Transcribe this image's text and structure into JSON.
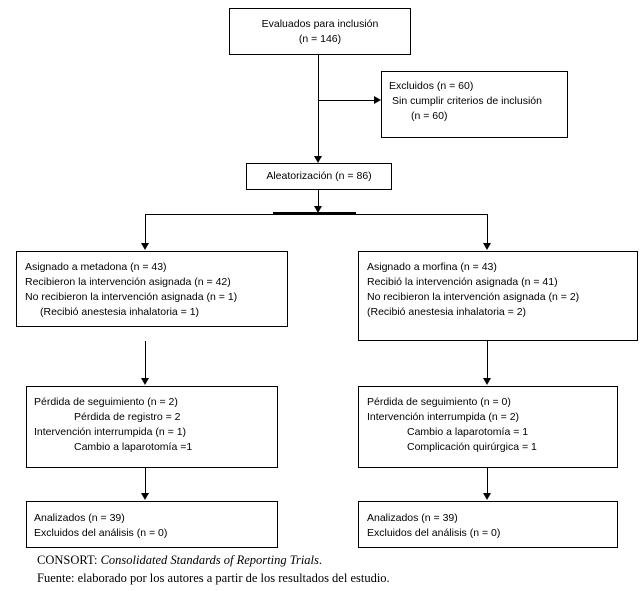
{
  "enrollment": {
    "title": "Evaluados para inclusión",
    "count": "(n = 146)"
  },
  "excluded": {
    "line1": "Excluidos (n = 60)",
    "line2": "Sin cumplir criterios de inclusión",
    "line3": "(n = 60)"
  },
  "randomization": {
    "label": "Aleatorización (n = 86)"
  },
  "left_arm": {
    "allocation": [
      "Asignado a metadona (n = 43)",
      "Recibieron la intervención asignada (n = 42)",
      "No recibieron la intervención asignada (n = 1)",
      "(Recibió anestesia inhalatoria = 1)"
    ],
    "followup": [
      "Pérdida de seguimiento (n = 2)",
      "Pérdida de registro = 2",
      "Intervención interrumpida (n = 1)",
      "Cambio a laparotomía =1"
    ],
    "analysis": [
      "Analizados (n = 39)",
      "Excluidos del análisis (n = 0)"
    ]
  },
  "right_arm": {
    "allocation": [
      "Asignado a morfina (n = 43)",
      "Recibió la intervención asignada (n = 41)",
      "No recibieron la intervención asignada (n = 2)",
      "(Recibió anestesia inhalatoria = 2)"
    ],
    "followup": [
      "Pérdida de seguimiento (n = 0)",
      "Intervención interrumpida (n = 2)",
      "Cambio a laparotomía = 1",
      "Complicación quirúrgica = 1"
    ],
    "analysis": [
      "Analizados (n = 39)",
      "Excluidos del análisis (n = 0)"
    ]
  },
  "footer": {
    "consort_prefix": "CONSORT: ",
    "consort_italic": "Consolidated Standards of Reporting Trials",
    "consort_suffix": ".",
    "source": "Fuente: elaborado por los autores a partir de los resultados del estudio."
  }
}
